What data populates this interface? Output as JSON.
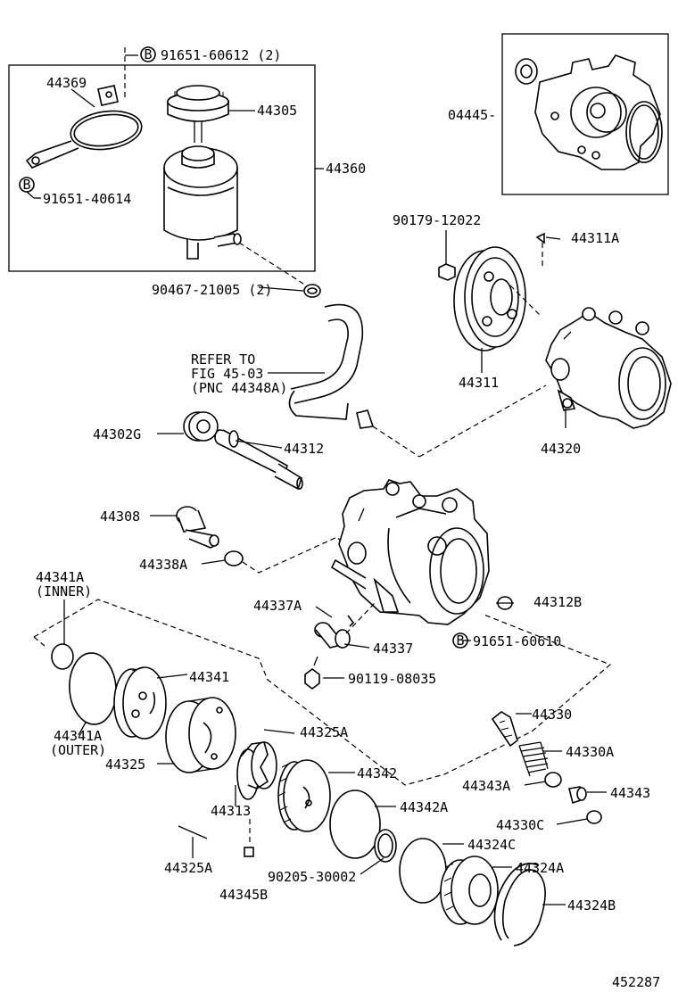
{
  "labels": {
    "p44369": "44369",
    "p44305": "44305",
    "p44360": "44360",
    "p91651_60612": "91651-60612 (2)",
    "p91651_40614": "91651-40614",
    "p90467_21005": "90467-21005 (2)",
    "p04445": "04445-",
    "p90179_12022": "90179-12022",
    "p44311A": "44311A",
    "p44311": "44311",
    "refer1": "REFER TO",
    "refer2": "FIG 45-03",
    "refer3": "(PNC 44348A)",
    "p44320": "44320",
    "p44302G": "44302G",
    "p44312": "44312",
    "p44308": "44308",
    "p44338A": "44338A",
    "p44341A_inner": "44341A",
    "inner": "(INNER)",
    "p44312B": "44312B",
    "p44337A": "44337A",
    "p44337": "44337",
    "p91651_60610": "91651-60610",
    "p90119_08035": "90119-08035",
    "p44341": "44341",
    "p44330": "44330",
    "p44325A_top": "44325A",
    "p44341A_outer": "44341A",
    "outer": "(OUTER)",
    "p44330A": "44330A",
    "p44325": "44325",
    "p44342": "44342",
    "p44343A": "44343A",
    "p44343": "44343",
    "p44313": "44313",
    "p44342A": "44342A",
    "p44330C": "44330C",
    "p44324C": "44324C",
    "p44325A_bot": "44325A",
    "p90205_30002": "90205-30002",
    "p44324A": "44324A",
    "p44345B": "44345B",
    "p44324B": "44324B",
    "fig_no": "452287",
    "b_mark": "B"
  }
}
